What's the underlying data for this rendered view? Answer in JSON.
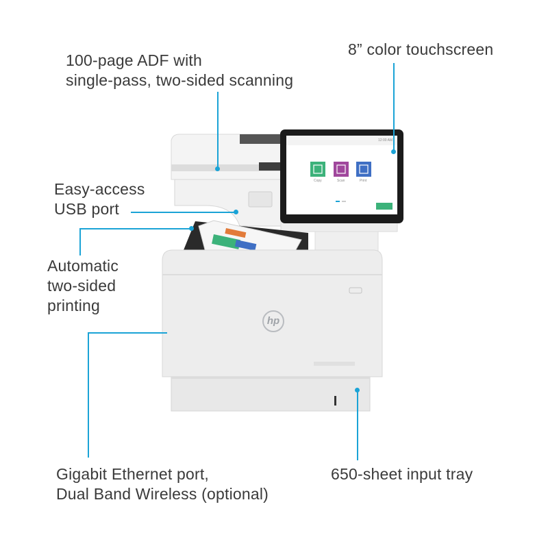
{
  "callouts": {
    "adf": {
      "line1": "100-page ADF with",
      "line2": "single-pass, two-sided scanning"
    },
    "touchscreen": {
      "line1": "8” color touchscreen"
    },
    "usb": {
      "line1": "Easy-access",
      "line2": "USB port"
    },
    "duplex": {
      "line1": "Automatic",
      "line2": "two-sided",
      "line3": "printing"
    },
    "network": {
      "line1": "Gigabit Ethernet port,",
      "line2": "Dual Band Wireless (optional)"
    },
    "tray": {
      "line1": "650-sheet input tray"
    }
  },
  "printer": {
    "logo_text": "hp",
    "screen_apps": [
      "Copy",
      "Scan",
      "Print"
    ],
    "screen_time": "12:00 AM"
  },
  "colors": {
    "accent": "#1aa3d6",
    "label_text": "#3a3a3a",
    "printer_body": "#ececec",
    "app_green": "#3cb27a",
    "app_purple": "#a0479c",
    "app_blue": "#3f6fc4"
  }
}
